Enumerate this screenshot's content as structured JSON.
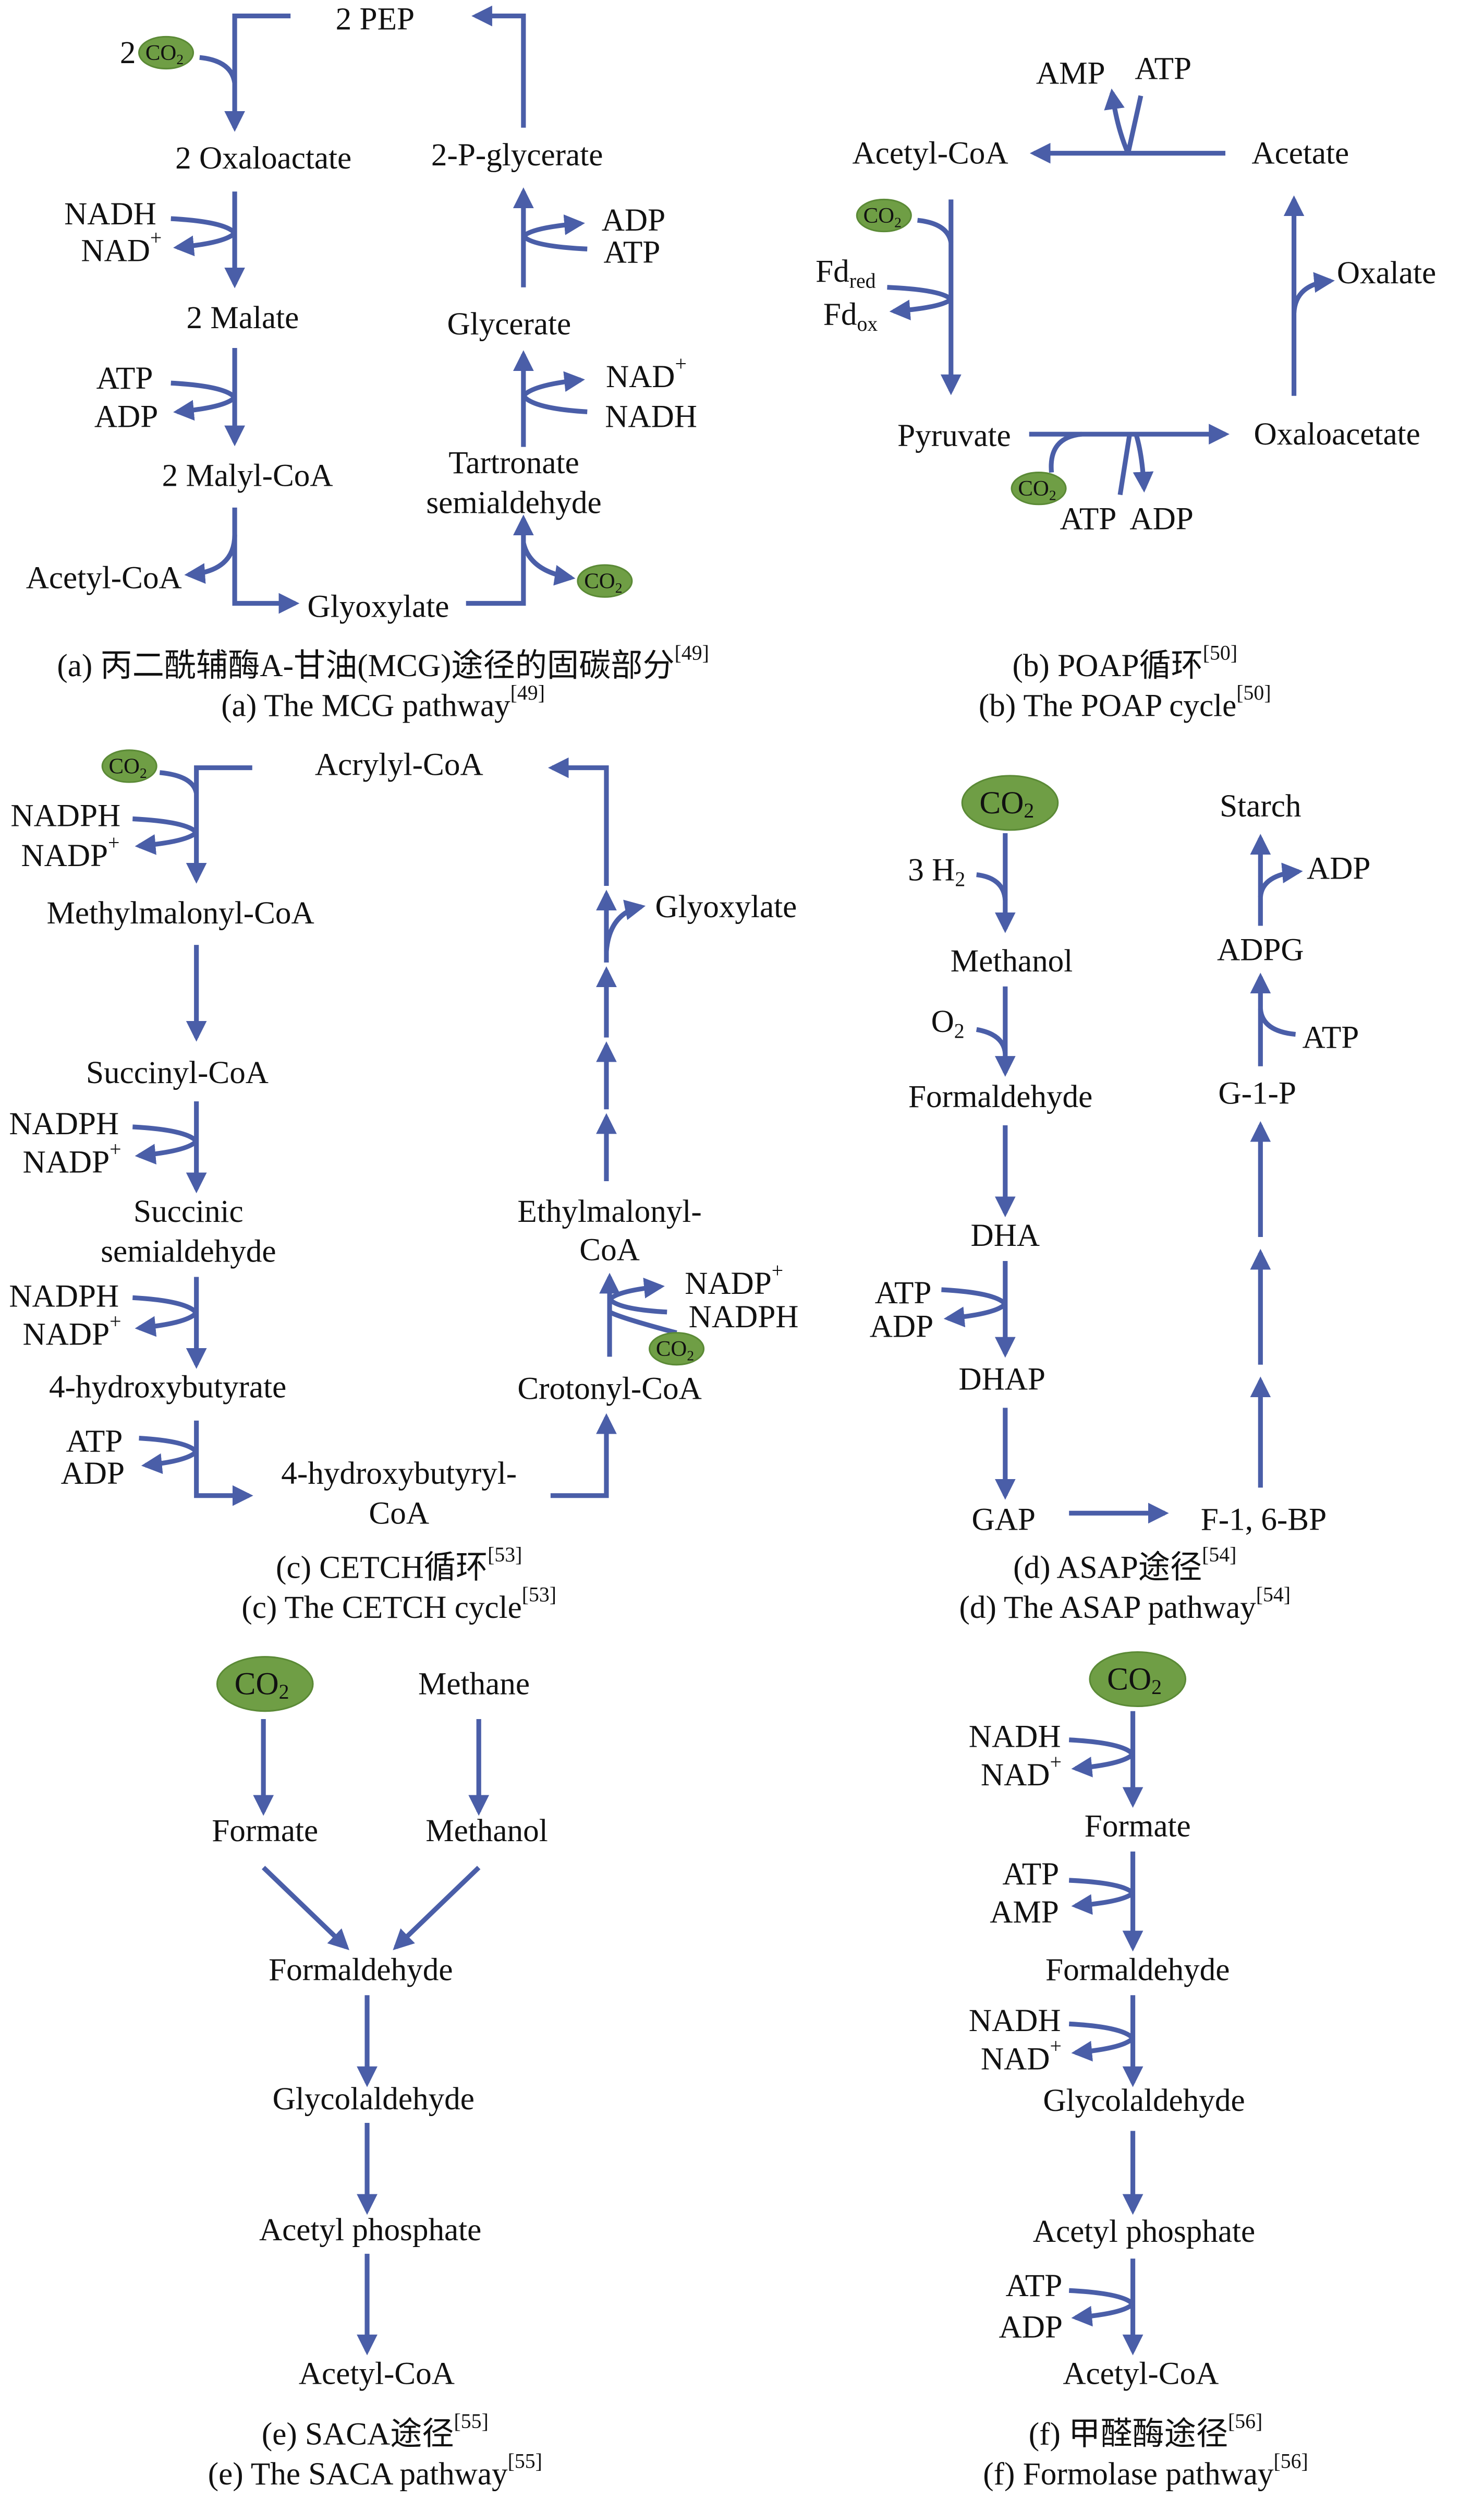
{
  "colors": {
    "arrow": "#4a5ea8",
    "co2_fill": "#6f9e45",
    "text": "#111111"
  },
  "co2": {
    "main": "CO",
    "sub": "2"
  },
  "panel_a": {
    "pep": "2 PEP",
    "co2_coef": "2",
    "oxaloactate": "2 Oxaloactate",
    "nadh": "NADH",
    "nad": "NAD",
    "plus": "+",
    "malate": "2 Malate",
    "atp": "ATP",
    "adp": "ADP",
    "malyl": "2 Malyl-CoA",
    "acetyl": "Acetyl-CoA",
    "glyoxylate": "Glyoxylate",
    "tartronate": "Tartronate",
    "semialdehyde": "semialdehyde",
    "nad2": "NAD",
    "nadh2": "NADH",
    "glycerate": "Glycerate",
    "adp2": "ADP",
    "atp2": "ATP",
    "pglycerate": "2-P-glycerate",
    "caption_cn": "(a) 丙二酰辅酶A-甘油(MCG)途径的固碳部分",
    "caption_en": "(a) The MCG pathway",
    "ref": "[49]"
  },
  "panel_b": {
    "amp": "AMP",
    "atp": "ATP",
    "acetyl": "Acetyl-CoA",
    "acetate": "Acetate",
    "fd": "Fd",
    "red": "red",
    "ox": "ox",
    "pyruvate": "Pyruvate",
    "oxaloacetate": "Oxaloacetate",
    "oxalate": "Oxalate",
    "atp2": "ATP",
    "adp2": "ADP",
    "caption_cn": "(b) POAP循环",
    "caption_en": "(b) The POAP cycle",
    "ref": "[50]"
  },
  "panel_c": {
    "acrylyl": "Acrylyl-CoA",
    "nadph": "NADPH",
    "nadp": "NADP",
    "plus": "+",
    "methylmalonyl": "Methylmalonyl-CoA",
    "succinyl": "Succinyl-CoA",
    "succinic": "Succinic",
    "semialdehyde": "semialdehyde",
    "hydroxybutyrate": "4-hydroxybutyrate",
    "atp": "ATP",
    "adp": "ADP",
    "hydroxybutyryl": "4-hydroxybutyryl-",
    "coa": "CoA",
    "crotonyl": "Crotonyl-CoA",
    "ethylmalonyl": "Ethylmalonyl-",
    "glyoxylate": "Glyoxylate",
    "caption_cn": "(c) CETCH循环",
    "caption_en": "(c) The CETCH cycle",
    "ref": "[53]"
  },
  "panel_d": {
    "h2": "3 H",
    "h2sub": "2",
    "methanol": "Methanol",
    "o2": "O",
    "o2sub": "2",
    "formaldehyde": "Formaldehyde",
    "dha": "DHA",
    "atp": "ATP",
    "adp": "ADP",
    "dhap": "DHAP",
    "gap": "GAP",
    "fbp": "F-1, 6-BP",
    "g1p": "G-1-P",
    "atp2": "ATP",
    "adpg": "ADPG",
    "adp2": "ADP",
    "starch": "Starch",
    "caption_cn": "(d) ASAP途径",
    "caption_en": "(d) The ASAP pathway",
    "ref": "[54]"
  },
  "panel_e": {
    "methane": "Methane",
    "formate": "Formate",
    "methanol": "Methanol",
    "formaldehyde": "Formaldehyde",
    "glycolaldehyde": "Glycolaldehyde",
    "acetylp": "Acetyl phosphate",
    "acetylcoa": "Acetyl-CoA",
    "caption_cn": "(e) SACA途径",
    "caption_en": "(e) The SACA pathway",
    "ref": "[55]"
  },
  "panel_f": {
    "nadh": "NADH",
    "nad": "NAD",
    "plus": "+",
    "formate": "Formate",
    "atp": "ATP",
    "amp": "AMP",
    "formaldehyde": "Formaldehyde",
    "glycolaldehyde": "Glycolaldehyde",
    "acetylp": "Acetyl phosphate",
    "adp": "ADP",
    "acetylcoa": "Acetyl-CoA",
    "caption_cn": "(f) 甲醛酶途径",
    "caption_en": "(f) Formolase pathway",
    "ref": "[56]"
  }
}
